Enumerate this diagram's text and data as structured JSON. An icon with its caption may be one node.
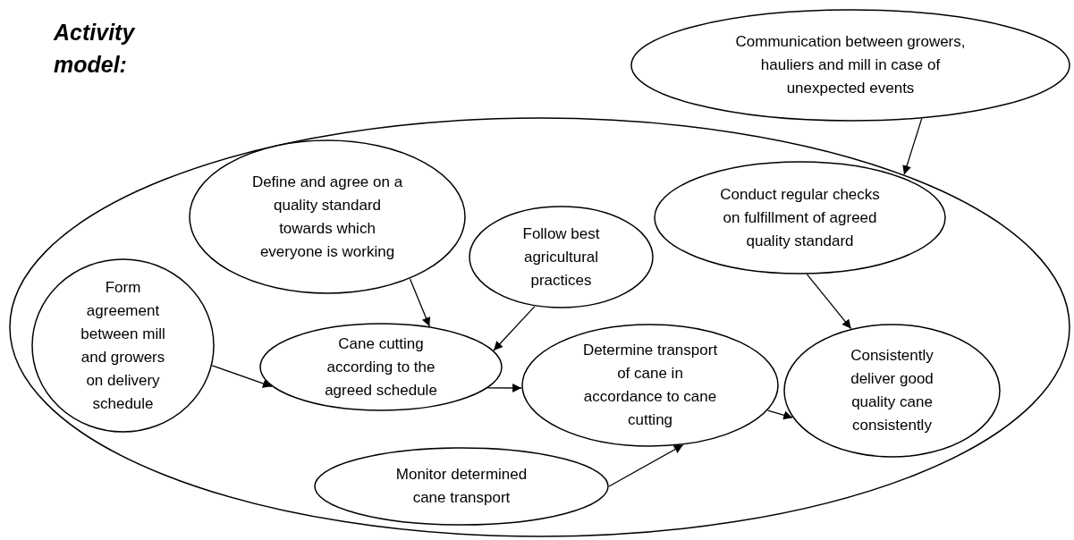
{
  "diagram": {
    "title": "Activity model:",
    "nodes": [
      {
        "text": [
          "Communication between growers, hauliers and mill in case of unexpected events"
        ]
      },
      {
        "text": [],
        "shape": "ellipse"
      },
      {
        "text": [
          "Define and agree on a quality standard towards which everyone is working"
        ],
        "in": 1
      },
      {
        "text": [
          "Conduct regular checks on fulfillment of agreed quality standard"
        ],
        "in": 1
      },
      {
        "text": [
          "Follow best agricultural practices"
        ],
        "in": 1
      },
      {
        "text": [
          "Form agreement between mill and growers on delivery schedule"
        ],
        "in": 1
      },
      {
        "text": [
          "Cane cutting according to the agreed schedule"
        ],
        "in": 1
      },
      {
        "text": [
          "Determine transport of cane in accordance to cane cutting"
        ],
        "in": 1
      },
      {
        "text": [
          "Consistently deliver good quality cane consistently"
        ],
        "in": 1
      },
      {
        "text": [
          "Monitor determined cane transport"
        ],
        "in": 1
      }
    ],
    "edges": [
      {
        "from": 0,
        "to": 1,
        "arrow": "to"
      },
      {
        "from": 2,
        "to": 6,
        "arrow": "to"
      },
      {
        "from": 4,
        "to": 6,
        "arrow": "to"
      },
      {
        "from": 5,
        "to": 6,
        "arrow": "to"
      },
      {
        "from": 6,
        "to": 7,
        "arrow": "to"
      },
      {
        "from": 3,
        "to": 8,
        "arrow": "to"
      },
      {
        "from": 7,
        "to": 8,
        "arrow": "to"
      },
      {
        "from": 9,
        "to": 7,
        "arrow": "to"
      }
    ]
  }
}
